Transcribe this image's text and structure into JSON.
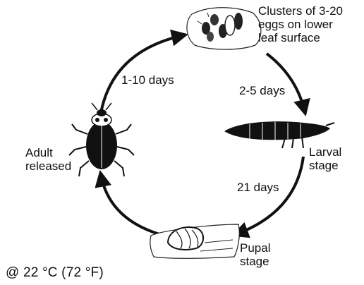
{
  "stages": {
    "eggs": "Clusters of 3-20\neggs on lower\nleaf surface",
    "larva": "Larval\nstage",
    "pupa": "Pupal\nstage",
    "adult": "Adult\nreleased"
  },
  "durations": {
    "adult_to_eggs": "1-10 days",
    "eggs_to_larva": "2-5 days",
    "larva_to_pupa": "21 days"
  },
  "note": "@ 22 °C (72 °F)",
  "colors": {
    "ink": "#111111",
    "background": "#ffffff"
  }
}
